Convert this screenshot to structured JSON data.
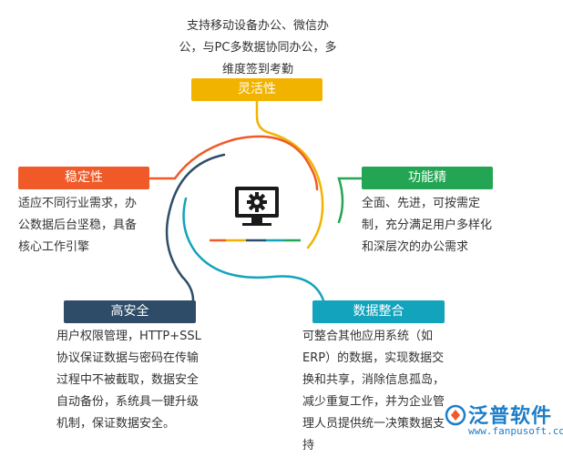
{
  "nodes": {
    "flexibility": {
      "label": "灵活性",
      "color": "#f2b300",
      "lines": [
        "支持移动设备办公、微信办",
        "公，与PC多数据协同办公，多",
        "维度签到考勤"
      ]
    },
    "stability": {
      "label": "稳定性",
      "color": "#f05a28",
      "lines": [
        "适应不同行业需求，办",
        "公数据后台坚稳，具备",
        "核心工作引擎"
      ]
    },
    "functionality": {
      "label": "功能精",
      "color": "#24a553",
      "lines": [
        "全面、先进，可按需定",
        "制，充分满足用户多样化",
        "和深层次的办公需求"
      ]
    },
    "security": {
      "label": "高安全",
      "color": "#2e4c68",
      "lines": [
        "用户权限管理，HTTP+SSL",
        "协议保证数据与密码在传输",
        "过程中不被截取，数据安全",
        "自动备份，系统具一键升级",
        "机制，保证数据安全。"
      ]
    },
    "integration": {
      "label": "数据整合",
      "color": "#13a3bc",
      "lines": [
        "可整合其他应用系统（如",
        "ERP）的数据，实现数据交",
        "换和共享，消除信息孤岛，",
        "减少重复工作，并为企业管",
        "理人员提供统一决策数据支",
        "持"
      ]
    }
  },
  "center_icon": "computer-gear-icon",
  "logo": {
    "name": "泛普软件",
    "url": "www.fanpusoft.com",
    "icon": "fanpu-logo-icon"
  }
}
